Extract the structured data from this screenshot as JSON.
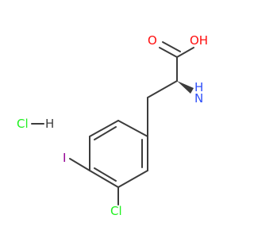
{
  "molecule": {
    "atoms": {
      "oxygen_carbonyl": "O",
      "hydroxyl": "OH",
      "amine_n": "N",
      "amine_h": "H",
      "iodine": "I",
      "chlorine": "Cl"
    },
    "salt": {
      "chlorine": "Cl",
      "hydrogen": "H"
    },
    "colors": {
      "bond": "#3c3c3c",
      "oxygen": "#ff0d0d",
      "nitrogen": "#3050f8",
      "iodine": "#940094",
      "chlorine": "#1ff01f",
      "hydrogen_on_salt": "#3c3c3c"
    }
  }
}
